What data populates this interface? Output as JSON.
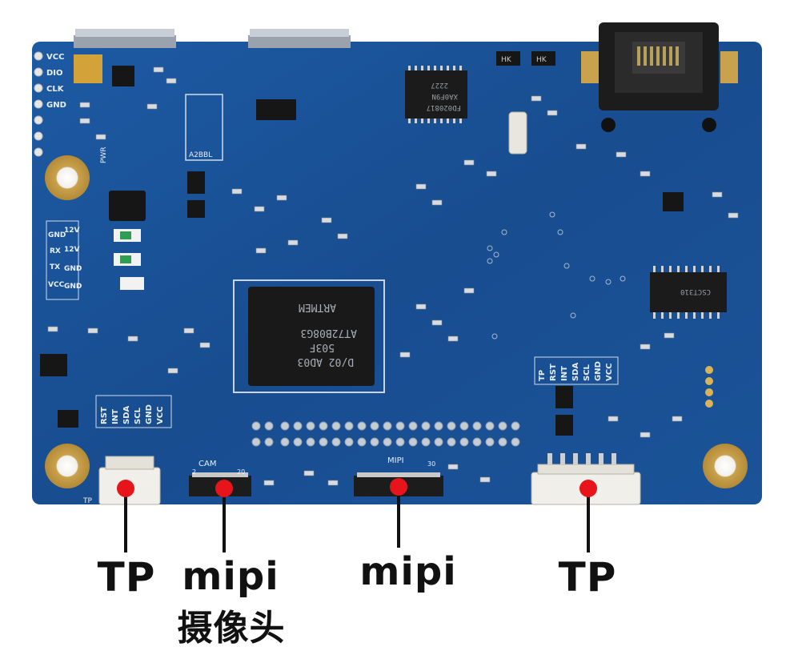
{
  "board": {
    "edge_labels_left": [
      "VCC",
      "DIO",
      "CLK",
      "GND"
    ],
    "power_pins_left": [
      "GND",
      "12V",
      "RX",
      "12V",
      "TX",
      "GND",
      "VCC",
      "GND"
    ],
    "power_mark": "PWR",
    "header_pins_left": [
      "RST",
      "INT",
      "SDA",
      "SCL",
      "GND",
      "VCC"
    ],
    "header_pins_right": [
      "TP",
      "RST",
      "INT",
      "SDA",
      "SCL",
      "GND",
      "VCC"
    ],
    "main_chip": {
      "line1": "D/02 AD03",
      "line2": "AT72B08G3",
      "line3": "503F",
      "brand": "ARTMEM"
    },
    "top_chip": [
      "FD020817",
      "XA0F9N",
      "2227"
    ],
    "right_chip": "CSCT310",
    "connector_marks": {
      "cam_title": "CAM",
      "cam_pin_start": "2",
      "cam_pin_end": "20",
      "mipi_title": "MIPI",
      "mipi_pin_end": "30",
      "tp_mark": "TP"
    },
    "small_marks": [
      "A2BBL",
      "HK",
      "HK"
    ]
  },
  "callouts": {
    "tp_left": "TP",
    "cam_line1": "mipi",
    "cam_line2": "摄像头",
    "mipi": "mipi",
    "tp_right": "TP"
  },
  "colors": {
    "pcb": "#1a4f93",
    "marker": "#e8141c",
    "line": "#111111"
  }
}
